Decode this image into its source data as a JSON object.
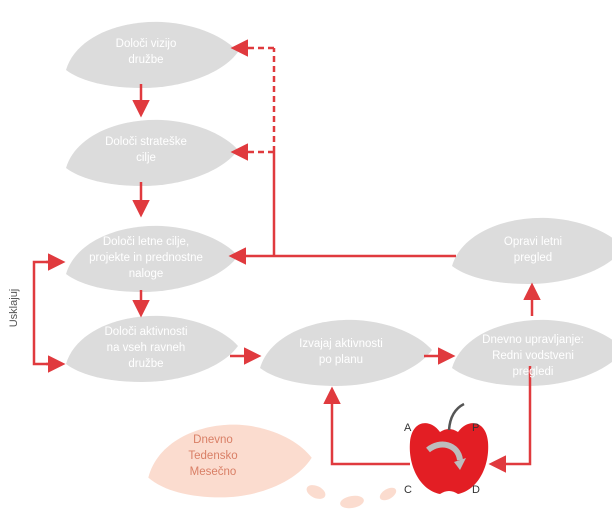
{
  "colors": {
    "leaf": "#dcdcdc",
    "leaf_light": "#eeeeee",
    "arrow": "#e03a3e",
    "apple": "#e31e24",
    "timeframe_leaf": "#fbdccf",
    "text": "#ffffff",
    "timeframe_text": "#d97f66"
  },
  "nodes": {
    "vision": {
      "lines": [
        "Določi vizijo",
        "družbe"
      ]
    },
    "strategic": {
      "lines": [
        "Določi strateške",
        "cilje"
      ]
    },
    "annual": {
      "lines": [
        "Določi letne cilje,",
        "projekte in prednostne",
        "naloge"
      ]
    },
    "activities": {
      "lines": [
        "Določi aktivnosti",
        "na vseh ravneh",
        "družbe"
      ]
    },
    "execute": {
      "lines": [
        "Izvajaj aktivnosti",
        "po planu"
      ]
    },
    "daily": {
      "lines": [
        "Dnevno upravljanje:",
        "Redni vodstveni",
        "pregledi"
      ]
    },
    "review": {
      "lines": [
        "Opravi letni",
        "pregled"
      ]
    }
  },
  "timeframes": {
    "lines": [
      "Dnevno",
      "Tedensko",
      "Mesečno"
    ]
  },
  "align_label": "Usklajuj",
  "pdca": {
    "a": "A",
    "p": "P",
    "c": "C",
    "d": "D"
  },
  "icons": {
    "cycle": "pdca-apple-icon"
  }
}
